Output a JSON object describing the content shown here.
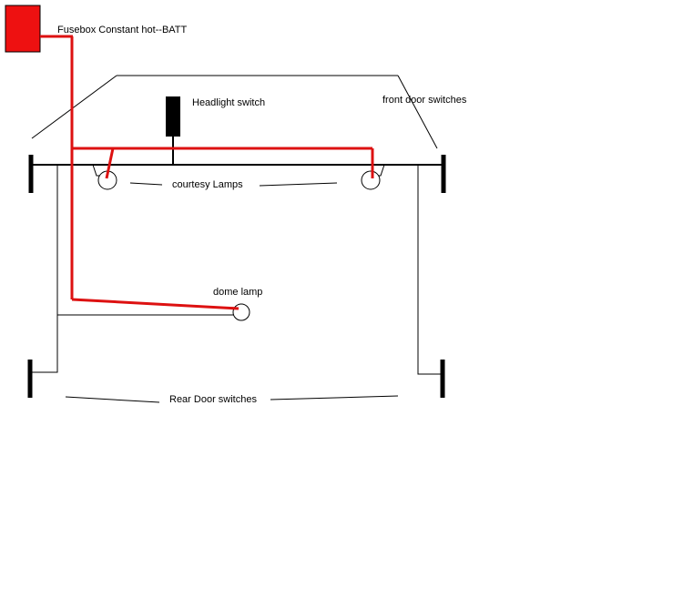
{
  "labels": {
    "fusebox": "Fusebox Constant hot--BATT",
    "headlight_switch": "Headlight switch",
    "front_door_switches": "front door switches",
    "courtesy_lamps": "courtesy Lamps",
    "dome_lamp": "dome lamp",
    "rear_door_switches": "Rear Door switches"
  },
  "colors": {
    "hot_wire": "#dd1111",
    "fusebox_fill": "#ee1111",
    "ground_wire": "#000000",
    "background": "#ffffff"
  }
}
